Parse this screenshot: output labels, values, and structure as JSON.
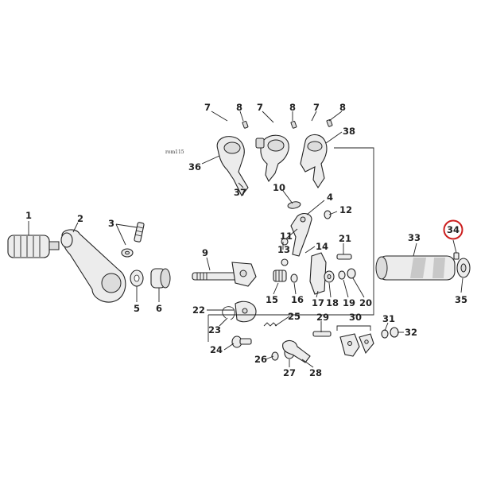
{
  "diagram_ref": "rom115",
  "highlight": {
    "callout": "34",
    "ring_color": "#cc1f1f"
  },
  "callouts": [
    {
      "id": "c1",
      "text": "1"
    },
    {
      "id": "c2",
      "text": "2"
    },
    {
      "id": "c3",
      "text": "3"
    },
    {
      "id": "c4",
      "text": "4"
    },
    {
      "id": "c5",
      "text": "5"
    },
    {
      "id": "c6",
      "text": "6"
    },
    {
      "id": "c7a",
      "text": "7"
    },
    {
      "id": "c7b",
      "text": "7"
    },
    {
      "id": "c7c",
      "text": "7"
    },
    {
      "id": "c8a",
      "text": "8"
    },
    {
      "id": "c8b",
      "text": "8"
    },
    {
      "id": "c8c",
      "text": "8"
    },
    {
      "id": "c9",
      "text": "9"
    },
    {
      "id": "c10",
      "text": "10"
    },
    {
      "id": "c11",
      "text": "11"
    },
    {
      "id": "c12",
      "text": "12"
    },
    {
      "id": "c13",
      "text": "13"
    },
    {
      "id": "c14",
      "text": "14"
    },
    {
      "id": "c15",
      "text": "15"
    },
    {
      "id": "c16",
      "text": "16"
    },
    {
      "id": "c17",
      "text": "17"
    },
    {
      "id": "c18",
      "text": "18"
    },
    {
      "id": "c19",
      "text": "19"
    },
    {
      "id": "c20",
      "text": "20"
    },
    {
      "id": "c21",
      "text": "21"
    },
    {
      "id": "c22",
      "text": "22"
    },
    {
      "id": "c23",
      "text": "23"
    },
    {
      "id": "c24",
      "text": "24"
    },
    {
      "id": "c25",
      "text": "25"
    },
    {
      "id": "c26",
      "text": "26"
    },
    {
      "id": "c27",
      "text": "27"
    },
    {
      "id": "c28",
      "text": "28"
    },
    {
      "id": "c29",
      "text": "29"
    },
    {
      "id": "c30",
      "text": "30"
    },
    {
      "id": "c31",
      "text": "31"
    },
    {
      "id": "c32",
      "text": "32"
    },
    {
      "id": "c33",
      "text": "33"
    },
    {
      "id": "c34",
      "text": "34"
    },
    {
      "id": "c35",
      "text": "35"
    },
    {
      "id": "c36",
      "text": "36"
    },
    {
      "id": "c37",
      "text": "37"
    },
    {
      "id": "c38",
      "text": "38"
    }
  ]
}
